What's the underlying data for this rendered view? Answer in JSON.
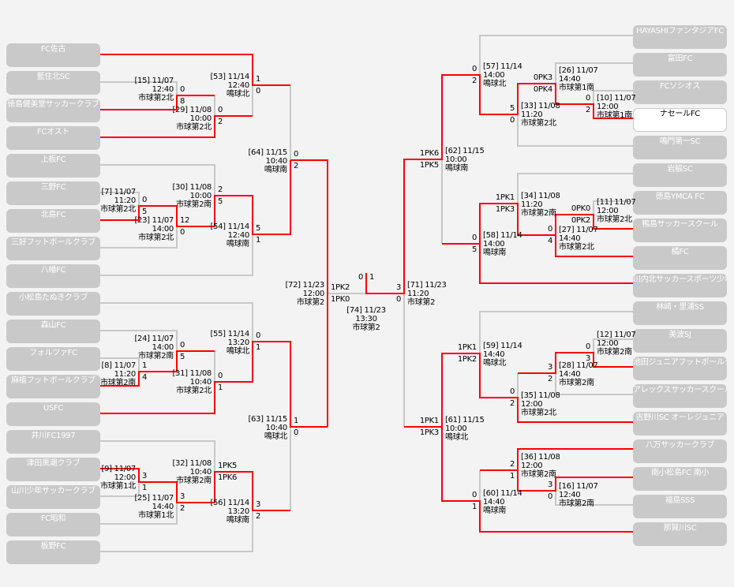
{
  "teams": {
    "left": [
      "FC佐古",
      "藍住北SC",
      "徳島健美堂サッカークラブ",
      "FCオスト",
      "上板FC",
      "三野FC",
      "北島FC",
      "三好フットボールクラブ",
      "八幡FC",
      "小松島たぬきクラブ",
      "森山FC",
      "フォルツァFC",
      "麻植フットボールクラブ",
      "USFC",
      "井川FC1997",
      "津田黒潮クラブ",
      "山川少年サッカークラブ",
      "FC昭和",
      "板野FC"
    ],
    "right": [
      "HAYASHIファンタジアFC",
      "富田FC",
      "FCソシオス",
      "ナセールFC",
      "鳴門第一SC",
      "岩脇SC",
      "徳島YMCA FC",
      "鴨島サッカースクール",
      "橘FC",
      "川内北サッカースポーツ少年団",
      "林崎・里浦SS",
      "美波SJ",
      "池田ジュニアフットボールクラブ",
      "アレックスサッカースクール",
      "吉野川SC オーレジュニア",
      "八万サッカークラブ",
      "南小松島FC 南小",
      "福島SSS",
      "那賀川SC"
    ],
    "highlighted_right_index": 3
  },
  "colors": {
    "winner_line": "#ff0000",
    "line": "#c8c8c8",
    "team_box": "#c9c9c9",
    "background": "#f3f3f3"
  },
  "matches": [
    {
      "id": "[15]",
      "date": "11/07",
      "time": "12:40",
      "venue": "市球第2北",
      "score_top": "0",
      "score_bottom": "8"
    },
    {
      "id": "[29]",
      "date": "11/08",
      "time": "10:00",
      "venue": "市球第2北",
      "score_top": "0",
      "score_bottom": "2"
    },
    {
      "id": "[53]",
      "date": "11/14",
      "time": "12:40",
      "venue": "鳴球北",
      "score_top": "1",
      "score_bottom": "0"
    },
    {
      "id": "[30]",
      "date": "11/08",
      "time": "10:00",
      "venue": "市球第2南",
      "score_top": "2",
      "score_bottom": "5"
    },
    {
      "id": "[7]",
      "date": "11/07",
      "time": "11:20",
      "venue": "市球第2北",
      "score_top": "0",
      "score_bottom": "5"
    },
    {
      "id": "[23]",
      "date": "11/07",
      "time": "14:00",
      "venue": "市球第2北",
      "score_top": "12",
      "score_bottom": "0"
    },
    {
      "id": "[54]",
      "date": "11/14",
      "time": "12:40",
      "venue": "鳴球南",
      "score_top": "5",
      "score_bottom": "1"
    },
    {
      "id": "[64]",
      "date": "11/15",
      "time": "10:40",
      "venue": "鳴球南",
      "score_top": "0",
      "score_bottom": "2"
    },
    {
      "id": "[55]",
      "date": "11/14",
      "time": "13:20",
      "venue": "鳴球北",
      "score_top": "0",
      "score_bottom": "1"
    },
    {
      "id": "[24]",
      "date": "11/07",
      "time": "14:00",
      "venue": "市球第2南",
      "score_top": "0",
      "score_bottom": "5"
    },
    {
      "id": "[8]",
      "date": "11/07",
      "time": "11:20",
      "venue": "市球第2南",
      "score_top": "1",
      "score_bottom": "4"
    },
    {
      "id": "[31]",
      "date": "11/08",
      "time": "10:40",
      "venue": "市球第2北",
      "score_top": "0",
      "score_bottom": "1"
    },
    {
      "id": "[63]",
      "date": "11/15",
      "time": "10:40",
      "venue": "鳴球北",
      "score_top": "1",
      "score_bottom": "0"
    },
    {
      "id": "[32]",
      "date": "11/08",
      "time": "10:40",
      "venue": "市球第2南",
      "score_top": "1PK5",
      "score_bottom": "1PK6"
    },
    {
      "id": "[9]",
      "date": "11/07",
      "time": "12:00",
      "venue": "市球第1北",
      "score_top": "3",
      "score_bottom": "1"
    },
    {
      "id": "[25]",
      "date": "11/07",
      "time": "14:40",
      "venue": "市球第1北",
      "score_top": "3",
      "score_bottom": "2"
    },
    {
      "id": "[56]",
      "date": "11/14",
      "time": "13:20",
      "venue": "鳴球南",
      "score_top": "3",
      "score_bottom": "2"
    },
    {
      "id": "[72]",
      "date": "11/23",
      "time": "12:00",
      "venue": "市球第2",
      "score_top": "1PK2",
      "score_bottom": "1PK0"
    },
    {
      "id": "[74]",
      "date": "11/23",
      "time": "13:30",
      "venue": "市球第2",
      "score_top": "0",
      "score_bottom": "1"
    },
    {
      "id": "[71]",
      "date": "11/23",
      "time": "11:20",
      "venue": "市球第2",
      "score_top": "3",
      "score_bottom": "0"
    },
    {
      "id": "[57]",
      "date": "11/14",
      "time": "14:00",
      "venue": "鳴球北",
      "score_top": "0",
      "score_bottom": "2"
    },
    {
      "id": "[26]",
      "date": "11/07",
      "time": "14:40",
      "venue": "市球第1南",
      "score_top": "0PK3",
      "score_bottom": "0PK4"
    },
    {
      "id": "[10]",
      "date": "11/07",
      "time": "12:00",
      "venue": "市球第1南",
      "score_top": "0",
      "score_bottom": "2"
    },
    {
      "id": "[33]",
      "date": "11/08",
      "time": "11:20",
      "venue": "市球第2北",
      "score_top": "5",
      "score_bottom": "0"
    },
    {
      "id": "[62]",
      "date": "11/15",
      "time": "10:00",
      "venue": "鳴球南",
      "score_top": "1PK6",
      "score_bottom": "1PK5"
    },
    {
      "id": "[34]",
      "date": "11/08",
      "time": "11:20",
      "venue": "市球第2南",
      "score_top": "1PK1",
      "score_bottom": "1PK3"
    },
    {
      "id": "[11]",
      "date": "11/07",
      "time": "12:00",
      "venue": "市球第2北",
      "score_top": "0PK0",
      "score_bottom": "0PK2"
    },
    {
      "id": "[27]",
      "date": "11/07",
      "time": "14:40",
      "venue": "市球第2北",
      "score_top": "0",
      "score_bottom": "4"
    },
    {
      "id": "[58]",
      "date": "11/14",
      "time": "14:00",
      "venue": "鳴球南",
      "score_top": "0",
      "score_bottom": "5"
    },
    {
      "id": "[59]",
      "date": "11/14",
      "time": "14:40",
      "venue": "鳴球北",
      "score_top": "1PK1",
      "score_bottom": "1PK2"
    },
    {
      "id": "[12]",
      "date": "11/07",
      "time": "12:00",
      "venue": "市球第2南",
      "score_top": "0",
      "score_bottom": "3"
    },
    {
      "id": "[28]",
      "date": "11/07",
      "time": "14:40",
      "venue": "市球第2南",
      "score_top": "3",
      "score_bottom": "2"
    },
    {
      "id": "[35]",
      "date": "11/08",
      "time": "12:00",
      "venue": "市球第2北",
      "score_top": "0",
      "score_bottom": "2"
    },
    {
      "id": "[61]",
      "date": "11/15",
      "time": "10:00",
      "venue": "鳴球北",
      "score_top": "1PK1",
      "score_bottom": "1PK3"
    },
    {
      "id": "[36]",
      "date": "11/08",
      "time": "12:00",
      "venue": "市球第2南",
      "score_top": "2",
      "score_bottom": "1"
    },
    {
      "id": "[16]",
      "date": "11/07",
      "time": "12:40",
      "venue": "市球第2南",
      "score_top": "3",
      "score_bottom": "0"
    },
    {
      "id": "[60]",
      "date": "11/14",
      "time": "14:40",
      "venue": "鳴球南",
      "score_top": "0",
      "score_bottom": "1"
    }
  ]
}
